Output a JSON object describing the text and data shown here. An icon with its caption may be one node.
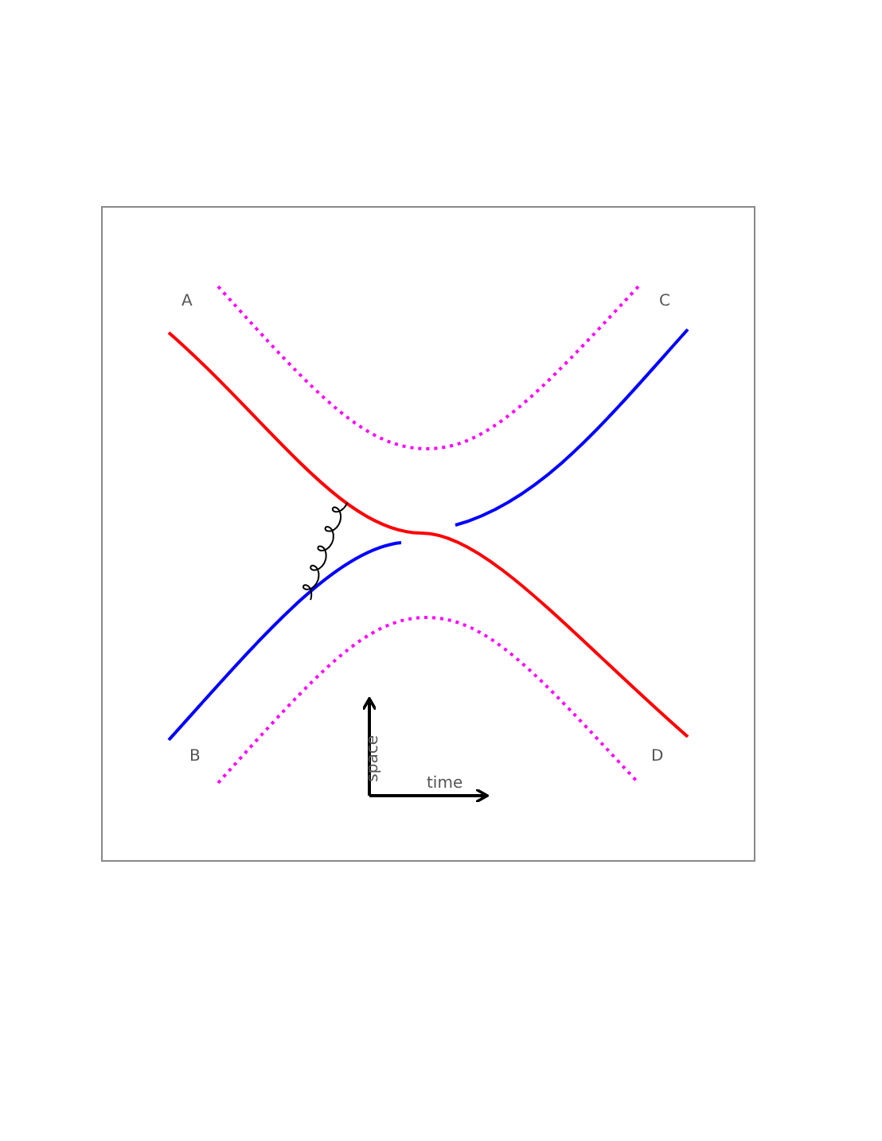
{
  "diagram": {
    "labels": [
      "A",
      "C",
      "space",
      "B",
      "D",
      "time"
    ]
  }
}
